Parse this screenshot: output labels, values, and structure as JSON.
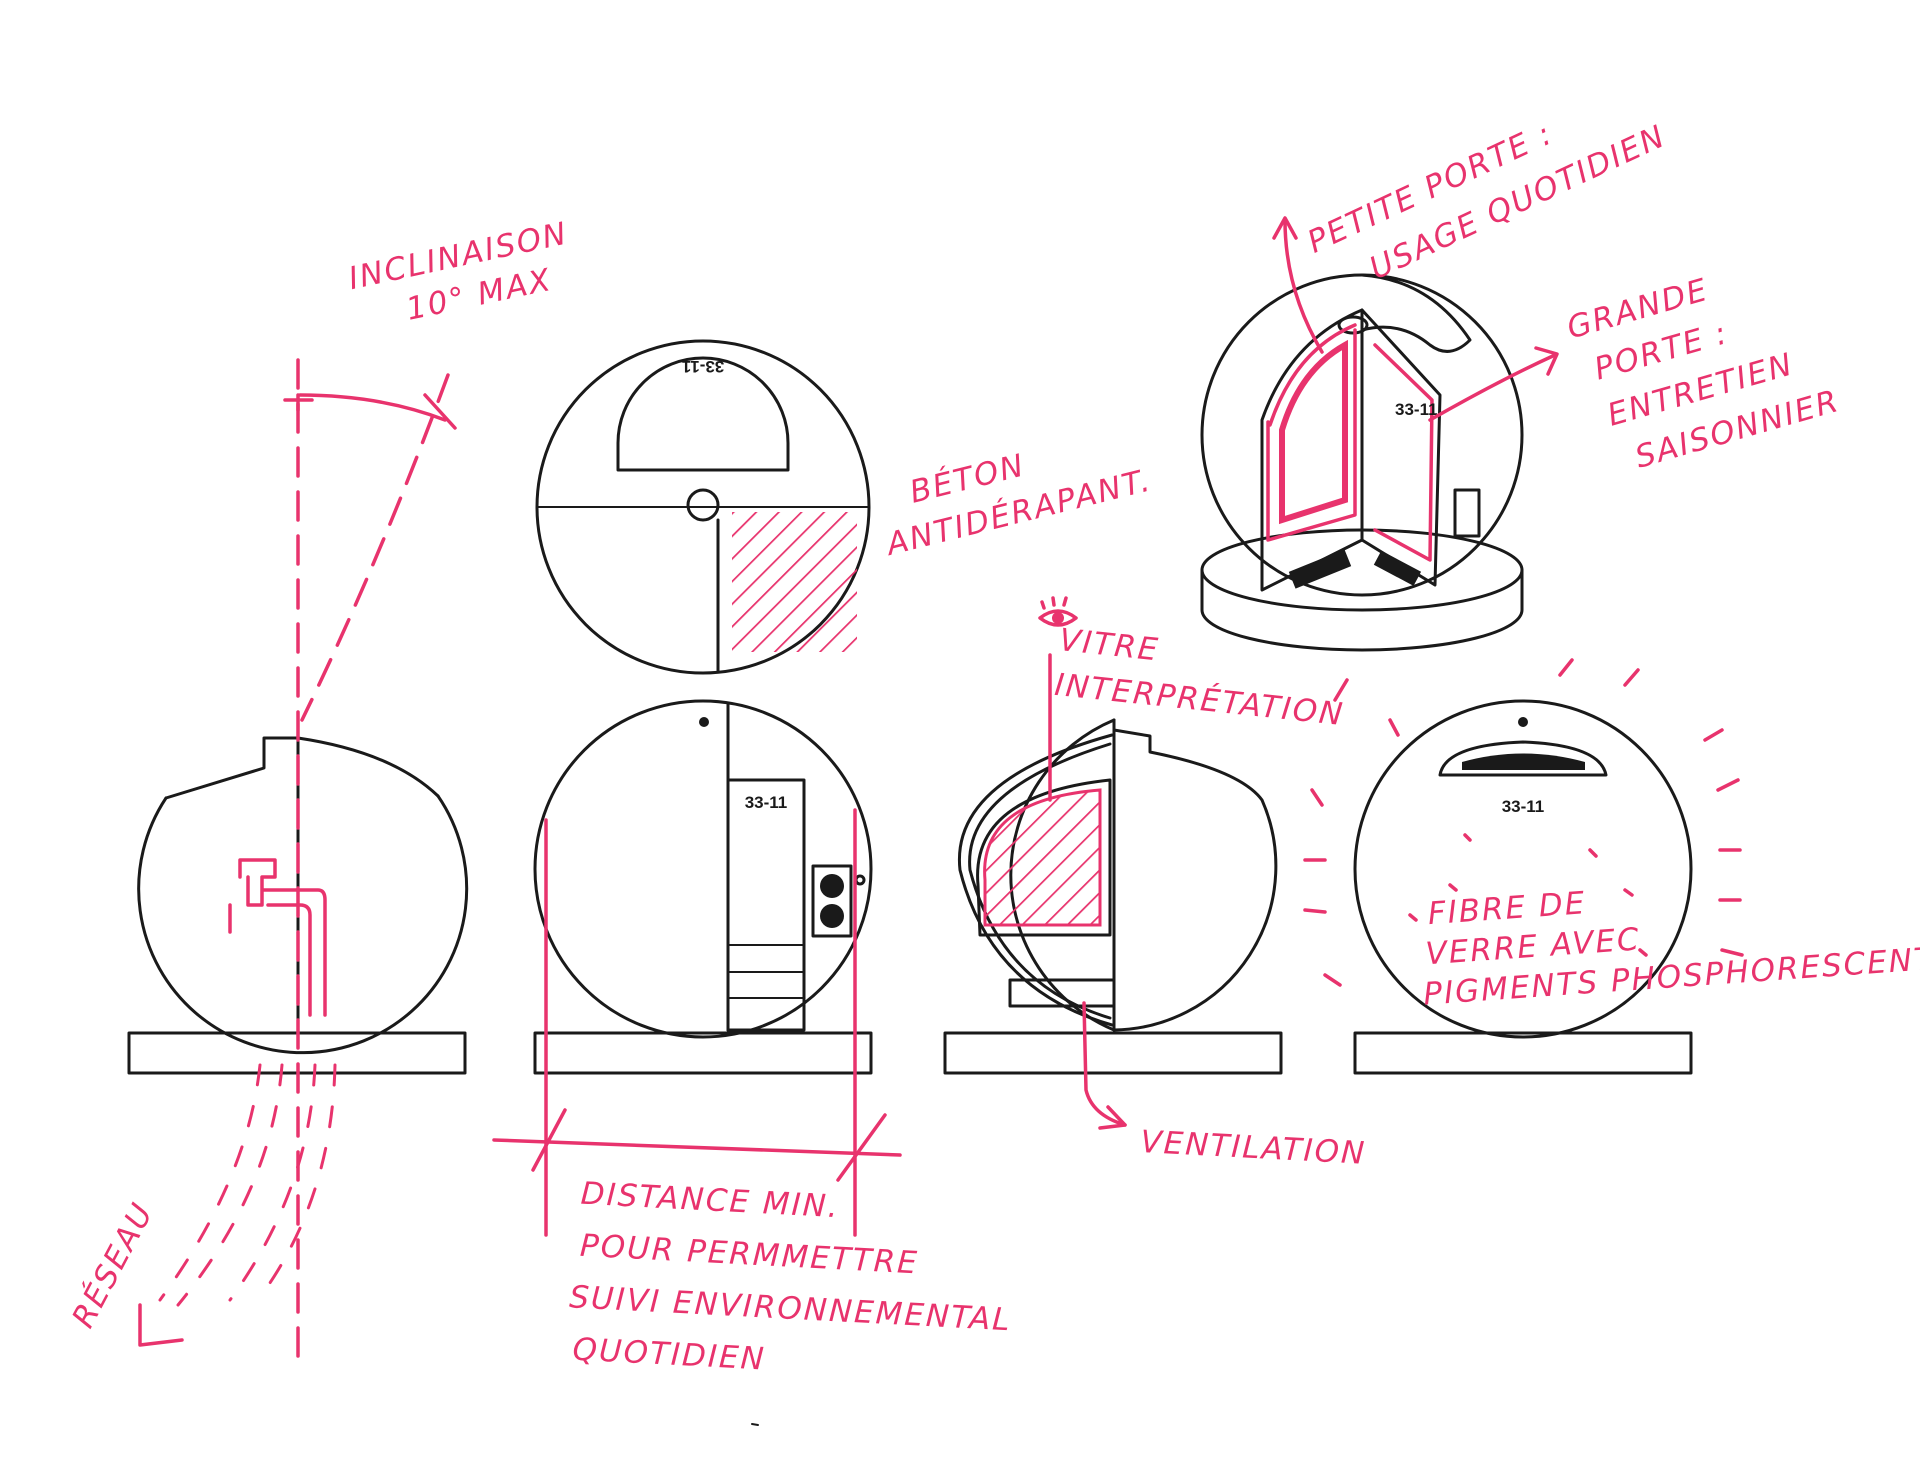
{
  "annotations": {
    "inclinaison": [
      "INCLINAISON",
      "10° MAX"
    ],
    "reseau": "RÉSEAU",
    "beton": [
      "BÉTON",
      "ANTIDÉRAPANT."
    ],
    "petite_porte": [
      "PETITE PORTE :",
      "USAGE QUOTIDIEN"
    ],
    "grande_porte": [
      "GRANDE",
      "PORTE :",
      "ENTRETIEN",
      "SAISONNIER"
    ],
    "vitre": [
      "VITRE",
      "INTERPRÉTATION"
    ],
    "fibre": [
      "FIBRE DE",
      "VERRE AVEC",
      "PIGMENTS PHOSPHORESCENTS"
    ],
    "ventilation": "VENTILATION",
    "distance": [
      "DISTANCE MIN.",
      "POUR PERMMETTRE",
      "SUIVI ENVIRONNEMENTAL",
      "QUOTIDIEN"
    ]
  },
  "unit_code": "33-11",
  "colors": {
    "ink": "#1a1a1a",
    "annotation": "#e8336d",
    "paper": "#ffffff"
  },
  "icons": [
    "eye-icon",
    "arrow-icon"
  ]
}
